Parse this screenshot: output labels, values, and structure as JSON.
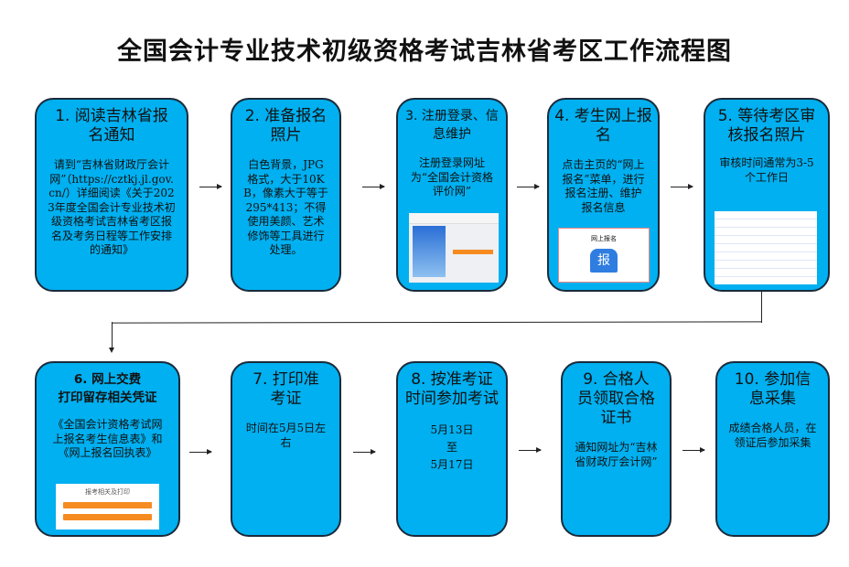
{
  "title": "全国会计专业技术初级资格考试吉林省考区工作流程图",
  "steps": [
    {
      "heading": "1. 阅读吉林省报名通知",
      "body": "请到“吉林省财政厅会计网”（https://cztkj.jl.gov.cn/）详细阅读《关于2023年度全国会计专业技术初级资格考试吉林省考区报名及考务日程等工作安排的通知》"
    },
    {
      "heading": "2. 准备报名照片",
      "body": "白色背景，JPG格式，大于10KB，像素大于等于295*413；不得使用美颜、艺术修饰等工具进行处理。"
    },
    {
      "heading": "3. 注册登录、信息维护",
      "body": "注册登录网址为“全国会计资格评价网”"
    },
    {
      "heading": "4. 考生网上报名",
      "body": "点击主页的“网上报名”菜单，进行报名注册、维护报名信息",
      "image_text": "网上报名",
      "badge": "报"
    },
    {
      "heading": "5. 等待考区审核报名照片",
      "body": "审核时间通常为3-5个工作日"
    },
    {
      "heading": "6. 网上交费",
      "heading2": "打印留存相关凭证",
      "body": "《全国会计资格考试网上报名考生信息表》和《网上报名回执表》",
      "image_text": "报考相关及打印"
    },
    {
      "heading": "7. 打印准考证",
      "body": "时间在5月5日左右"
    },
    {
      "heading": "8. 按准考证时间参加考试",
      "body": "5月13日",
      "body2": "至",
      "body3": "5月17日"
    },
    {
      "heading": "9. 合格人员领取合格证书",
      "body": "通知网址为“吉林省财政厅会计网”"
    },
    {
      "heading": "10. 参加信息采集",
      "body": "成绩合格人员，在领证后参加采集"
    }
  ],
  "colors": {
    "box": "#00b0f0",
    "border": "#1a2a3a"
  }
}
